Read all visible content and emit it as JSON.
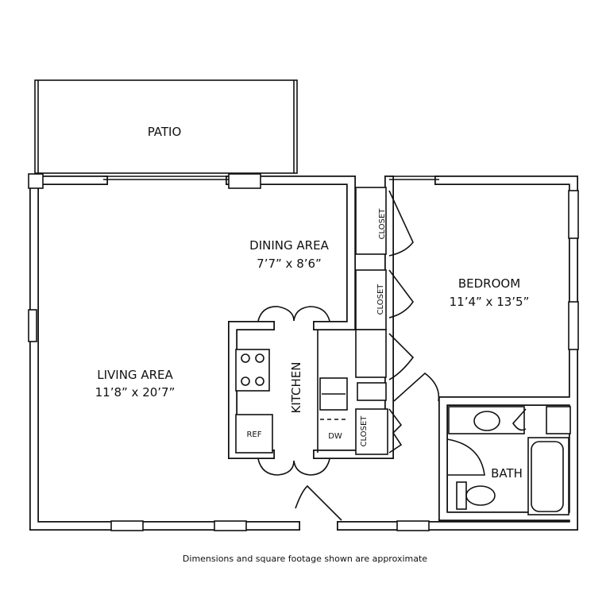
{
  "rooms": {
    "patio": {
      "name": "PATIO"
    },
    "dining": {
      "name": "DINING AREA",
      "size": "7’7” x 8’6”"
    },
    "bedroom": {
      "name": "BEDROOM",
      "size": "11’4” x 13’5”"
    },
    "living": {
      "name": "LIVING AREA",
      "size": "11’8” x 20’7”"
    },
    "kitchen": {
      "name": "KITCHEN"
    },
    "bath": {
      "name": "BATH"
    },
    "closet_labels": [
      "CLOSET",
      "CLOSET",
      "CLOSET"
    ]
  },
  "fixtures": {
    "refrigerator": "REF",
    "dishwasher": "DW"
  },
  "footer": "Dimensions and square footage shown are approximate"
}
